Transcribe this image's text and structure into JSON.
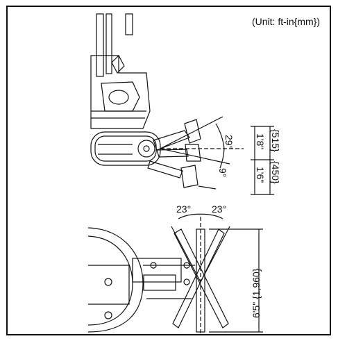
{
  "unit_note": "(Unit: ft-in{mm})",
  "side_view": {
    "dim_upper_imperial": "1'8\"",
    "dim_lower_imperial": "1'6\"",
    "dim_upper_metric": "{515}",
    "dim_lower_metric": "{450}",
    "angle_upper": "29°",
    "angle_lower": "9°"
  },
  "top_view": {
    "angle_left": "23°",
    "angle_right": "23°",
    "width_dim": "6'5\" {1,960}"
  },
  "colors": {
    "line": "#111111",
    "background": "#ffffff"
  }
}
